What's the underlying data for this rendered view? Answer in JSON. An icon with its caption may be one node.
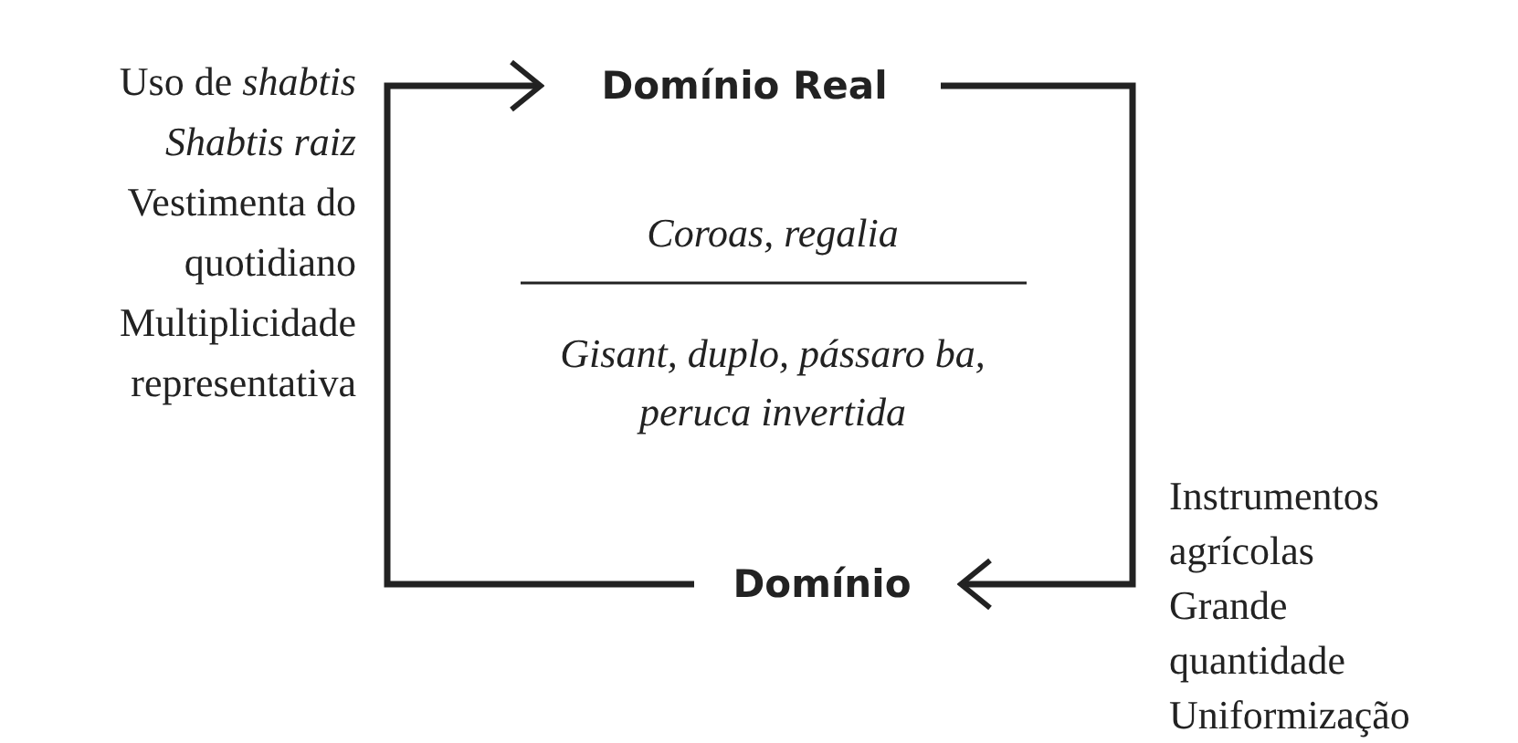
{
  "diagram": {
    "nodes": [
      {
        "text": [
          "Domínio Real"
        ]
      },
      {
        "text": [
          "Domínio"
        ]
      }
    ],
    "edges": [
      {
        "from": 0,
        "to": 1,
        "arrow": "to"
      },
      {
        "from": 1,
        "to": 0,
        "arrow": "to"
      }
    ],
    "labels": [
      "Uso de *shabtis*",
      "Shabtis raiz",
      "Vestimenta do quotidiano",
      "Multiplicidade representativa",
      "Coroas, regalia",
      "Gisant, duplo, pássaro ba, peruca invertida",
      "Instrumentos agrícolas",
      "Grande quantidade",
      "Uniformização"
    ]
  }
}
